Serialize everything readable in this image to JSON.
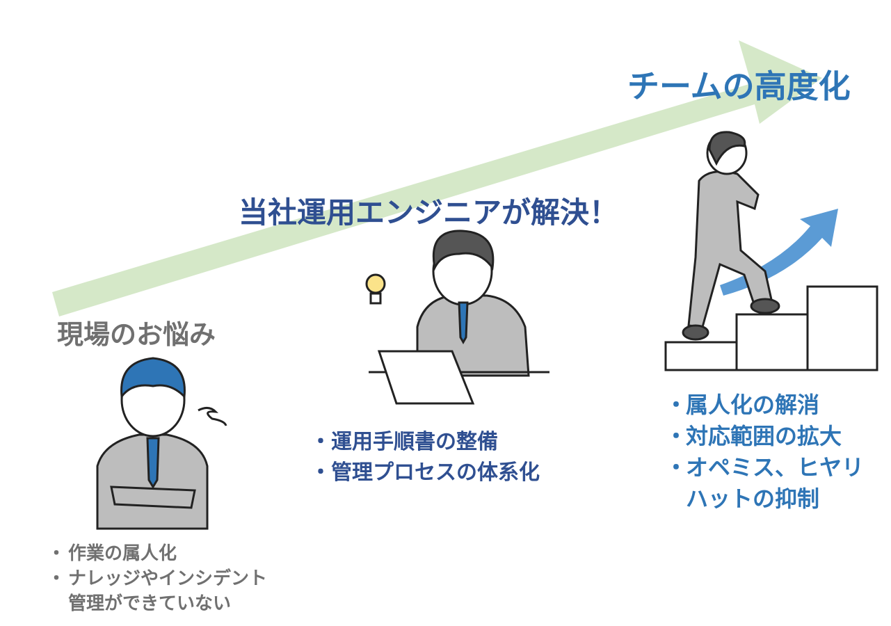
{
  "title_right": "チームの高度化",
  "title_middle": "当社運用エンジニアが解決！",
  "title_left": "現場のお悩み",
  "left_list": [
    "作業の属人化",
    "ナレッジやインシデント",
    "管理ができていない"
  ],
  "middle_list": [
    "運用手順書の整備",
    "管理プロセスの体系化"
  ],
  "right_list": [
    "属人化の解消",
    "対応範囲の拡大",
    "オペミス、ヒヤリ",
    "ハットの抑制"
  ],
  "colors": {
    "arrow": "#d5e8c8",
    "title_blue": "#2e75b6",
    "navy": "#2f4f91",
    "gray": "#707070",
    "tie": "#2e75b6"
  }
}
